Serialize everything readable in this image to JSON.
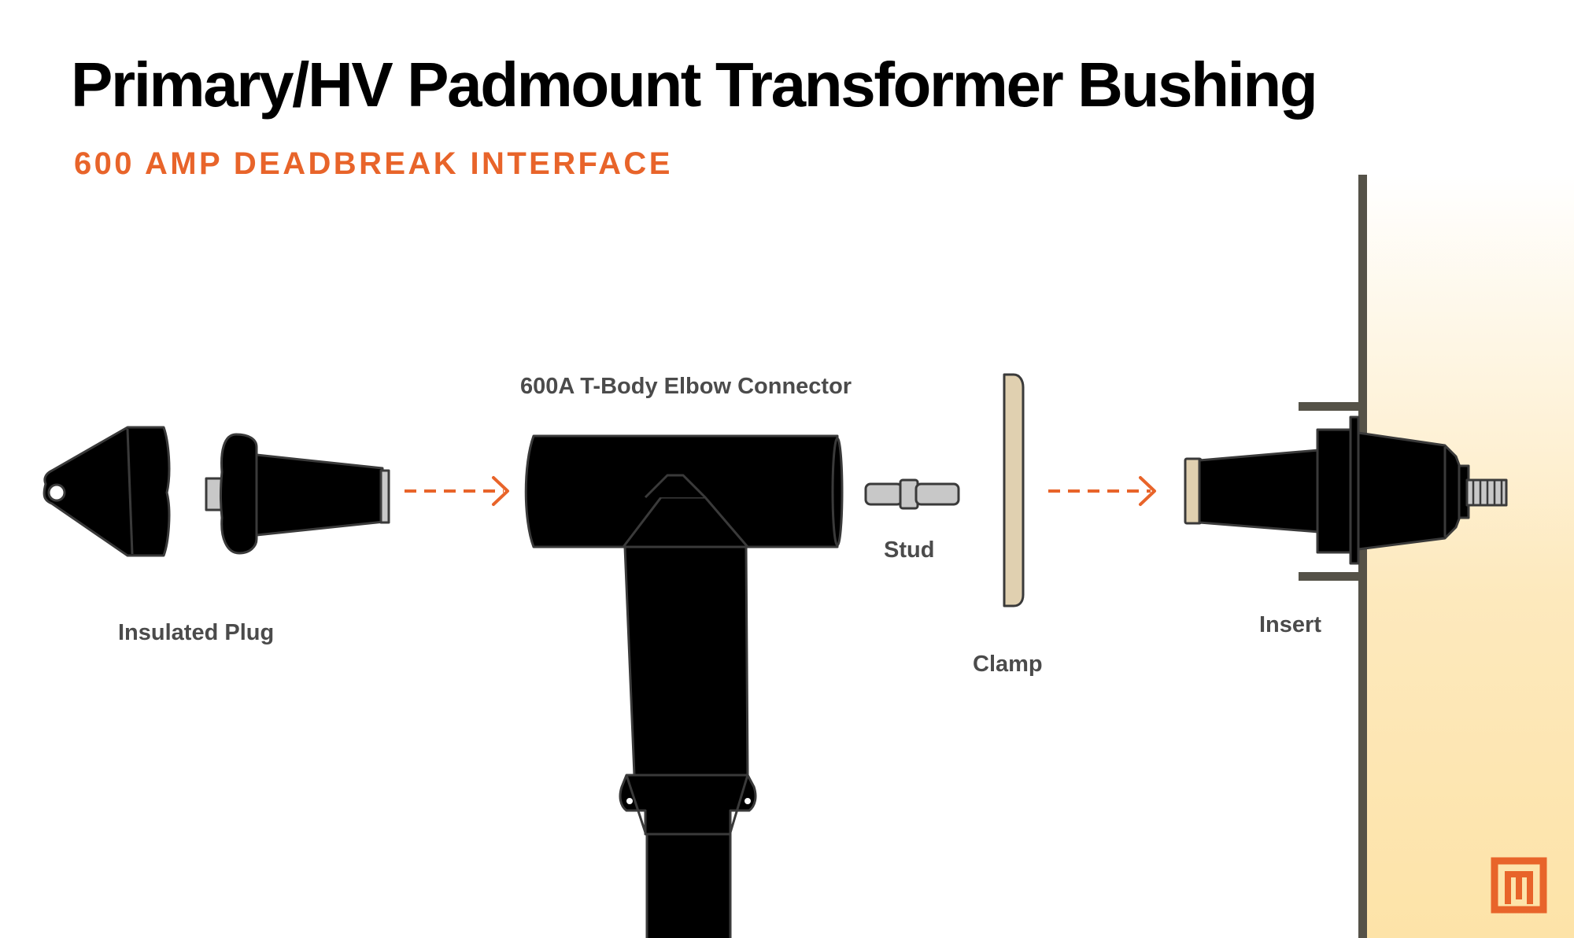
{
  "title": "Primary/HV Padmount Transformer Bushing",
  "subtitle": "600 AMP DEADBREAK INTERFACE",
  "labels": {
    "insulated_plug": "Insulated Plug",
    "elbow_connector": "600A T-Body Elbow Connector",
    "stud": "Stud",
    "clamp": "Clamp",
    "insert": "Insert"
  },
  "colors": {
    "accent": "#e8642a",
    "component": "#000000",
    "outline": "#3a3a3a",
    "clamp": "#e0d0b0",
    "metal": "#c8c8c8",
    "tank": "#fde3a8",
    "wall": "#555248"
  },
  "icons": {
    "logo": "brand-logo-icon"
  }
}
